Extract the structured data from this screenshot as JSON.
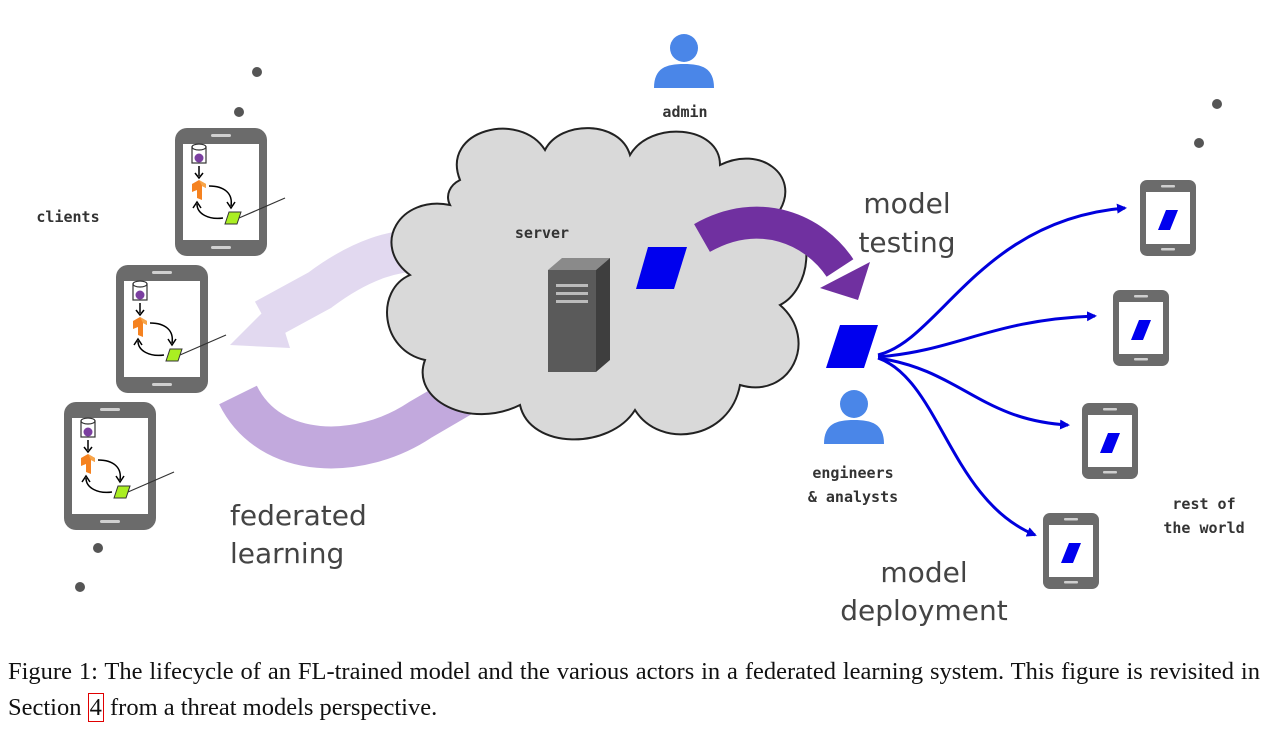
{
  "labels": {
    "admin": "admin",
    "server": "server",
    "clients": "clients",
    "federated_line1": "federated",
    "federated_line2": "learning",
    "testing_line1": "model",
    "testing_line2": "testing",
    "engineers_line1": "engineers",
    "engineers_line2": "& analysts",
    "deployment_line1": "model",
    "deployment_line2": "deployment",
    "world_line1": "rest of",
    "world_line2": "the world"
  },
  "caption": {
    "before_ref": "Figure 1: The lifecycle of an FL-trained model and the various actors in a federated learning system. This figure is revisited in Section ",
    "ref": "4",
    "after_ref": " from a threat models perspective."
  },
  "colors": {
    "person": "#4a86e8",
    "model_parallelogram": "#0000ee",
    "deploy_arrows": "#0000dd",
    "testing_arrow": "#7030a0",
    "fl_arrows": "#b39ddb",
    "cloud_fill": "#d9d9d9",
    "device_frame": "#666666",
    "tf_logo": "#f58220",
    "client_update": "#aaee22",
    "data_dot": "#7b3fa0"
  },
  "icons": [
    "person-icon",
    "server-icon",
    "phone-icon",
    "tensorflow-icon",
    "database-icon",
    "model-icon"
  ]
}
